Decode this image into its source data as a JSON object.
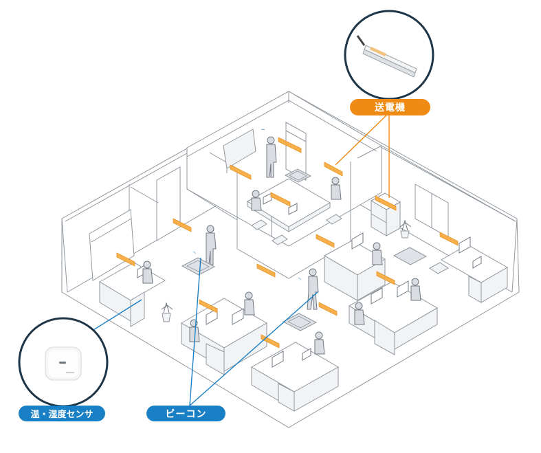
{
  "labels": {
    "transmitter": "送電機",
    "beacon": "ビーコン",
    "sensor": "温・湿度センサ"
  },
  "colors": {
    "orange": "#ef8a14",
    "blue": "#1a80c6",
    "circle_border": "#1e3547",
    "line": "#8f969d",
    "floor": "#ffffff",
    "furniture": "#f2f3f5"
  },
  "icons": {
    "transmitter_device": "transmitter-bar-icon",
    "sensor_device": "sensor-puck-icon",
    "beacon_signal": "wifi-signal-icon"
  }
}
